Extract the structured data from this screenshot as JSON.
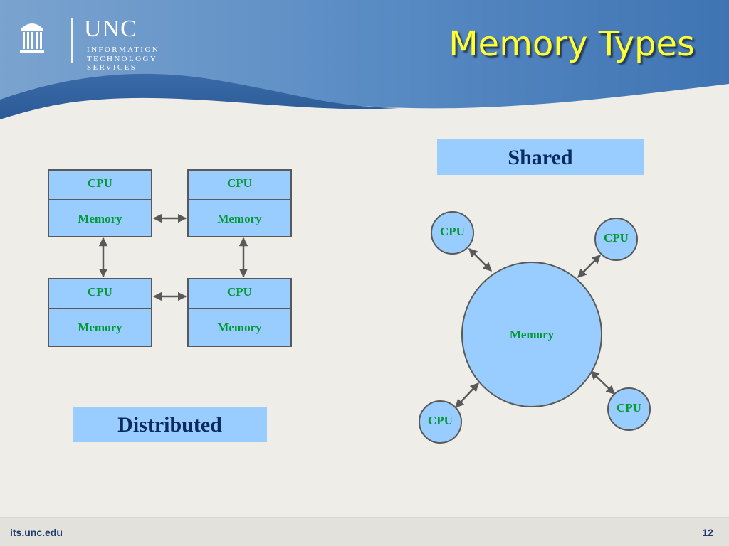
{
  "header": {
    "title": "Memory Types",
    "logo": {
      "name": "UNC",
      "line1": "INFORMATION",
      "line2": "TECHNOLOGY SERVICES"
    }
  },
  "distributed": {
    "label": "Distributed",
    "nodes": [
      {
        "cpu": "CPU",
        "memory": "Memory"
      },
      {
        "cpu": "CPU",
        "memory": "Memory"
      },
      {
        "cpu": "CPU",
        "memory": "Memory"
      },
      {
        "cpu": "CPU",
        "memory": "Memory"
      }
    ]
  },
  "shared": {
    "label": "Shared",
    "memory": "Memory",
    "cpus": [
      "CPU",
      "CPU",
      "CPU",
      "CPU"
    ]
  },
  "footer": {
    "url": "its.unc.edu",
    "page": "12"
  },
  "colors": {
    "title": "#ffff33",
    "header_blue": "#4f81bd",
    "box_fill": "#99ccff",
    "cpu_text": "#009933",
    "label_text": "#0a2a66"
  }
}
